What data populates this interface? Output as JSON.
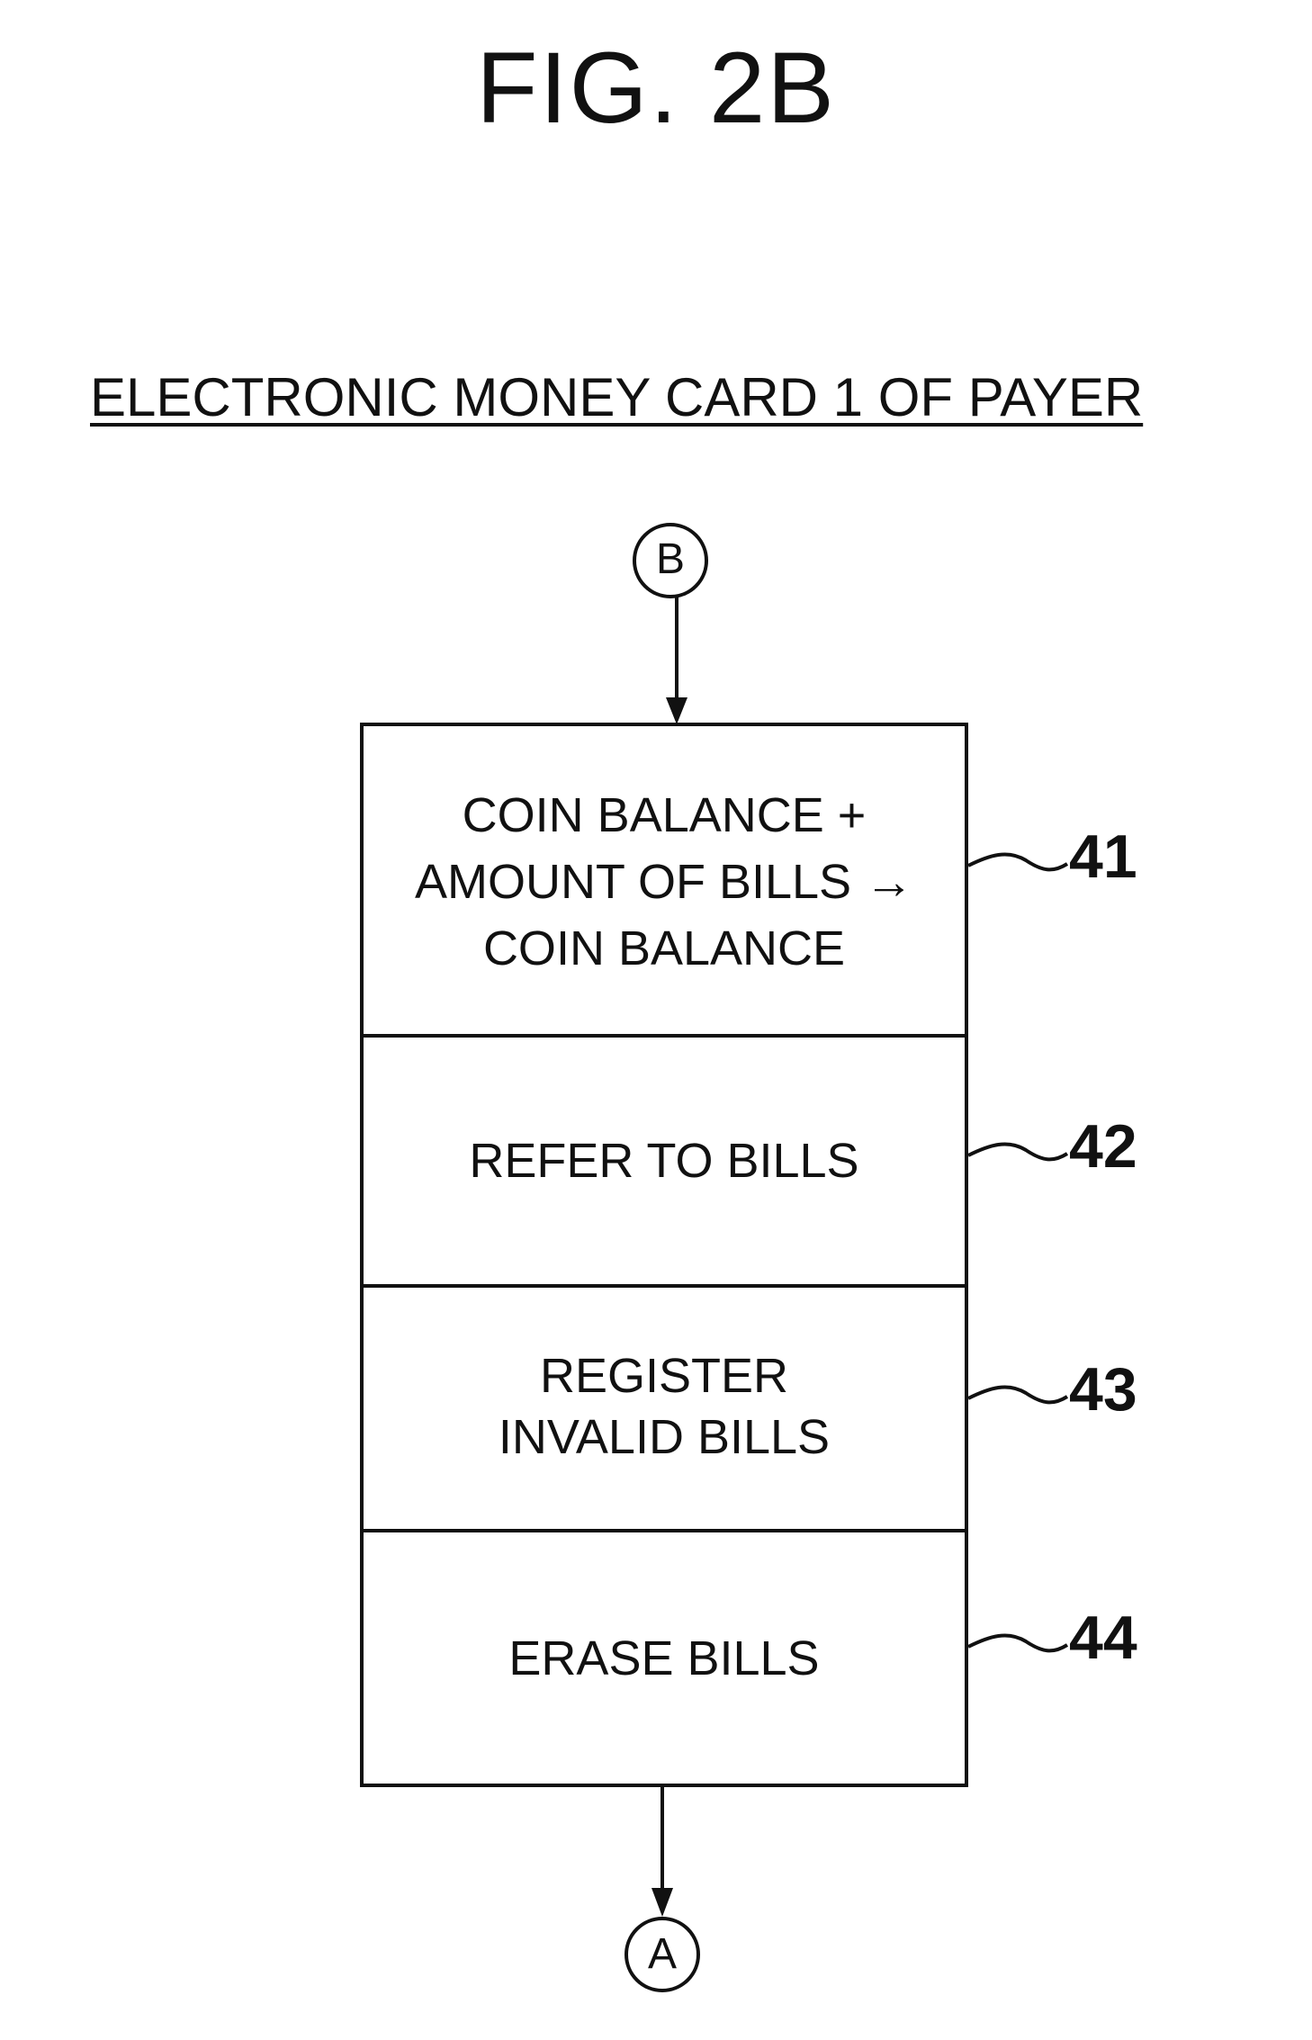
{
  "figure": {
    "title": "FIG. 2B",
    "subtitle": "ELECTRONIC MONEY CARD 1 OF PAYER"
  },
  "connectors": {
    "top": "B",
    "bottom": "A"
  },
  "steps": [
    {
      "lines": [
        "COIN BALANCE +",
        "AMOUNT OF BILLS →",
        "COIN BALANCE"
      ],
      "ref": "41"
    },
    {
      "lines": [
        "REFER TO BILLS"
      ],
      "ref": "42"
    },
    {
      "lines": [
        "REGISTER",
        "INVALID BILLS"
      ],
      "ref": "43"
    },
    {
      "lines": [
        "ERASE BILLS"
      ],
      "ref": "44"
    }
  ]
}
